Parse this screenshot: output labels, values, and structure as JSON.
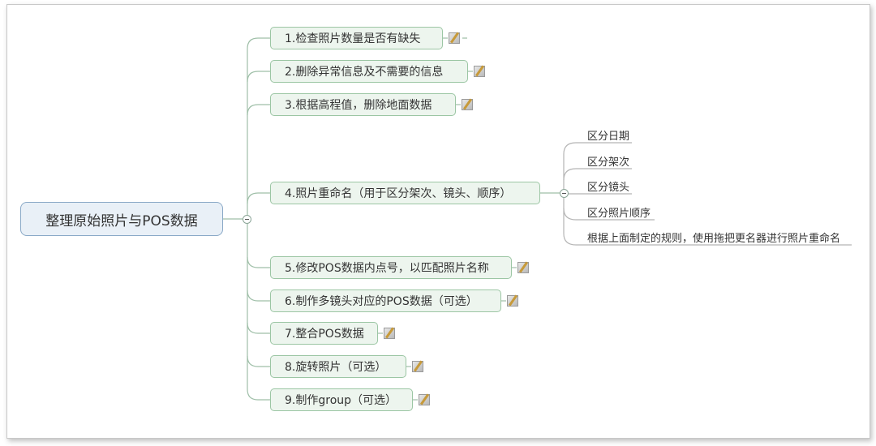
{
  "root": {
    "label": "整理原始照片与POS数据"
  },
  "branches": [
    {
      "label": "1.检查照片数量是否有缺失",
      "has_note": true
    },
    {
      "label": "2.删除异常信息及不需要的信息",
      "has_note": true
    },
    {
      "label": "3.根据高程值，删除地面数据",
      "has_note": true
    },
    {
      "label": "4.照片重命名（用于区分架次、镜头、顺序）",
      "has_note": false
    },
    {
      "label": "5.修改POS数据内点号，以匹配照片名称",
      "has_note": true
    },
    {
      "label": "6.制作多镜头对应的POS数据（可选）",
      "has_note": true
    },
    {
      "label": "7.整合POS数据",
      "has_note": true
    },
    {
      "label": "8.旋转照片（可选）",
      "has_note": true
    },
    {
      "label": "9.制作group（可选）",
      "has_note": true
    }
  ],
  "sub_branches": [
    {
      "label": "区分日期"
    },
    {
      "label": "区分架次"
    },
    {
      "label": "区分镜头"
    },
    {
      "label": "区分照片顺序"
    },
    {
      "label": "根据上面制定的规则，使用拖把更名器进行照片重命名"
    }
  ],
  "colors": {
    "line": "#9fbfa8",
    "node_border": "#9cc6a4",
    "node_fill": "#edf5ee",
    "root_fill": "#e9f0f7"
  }
}
